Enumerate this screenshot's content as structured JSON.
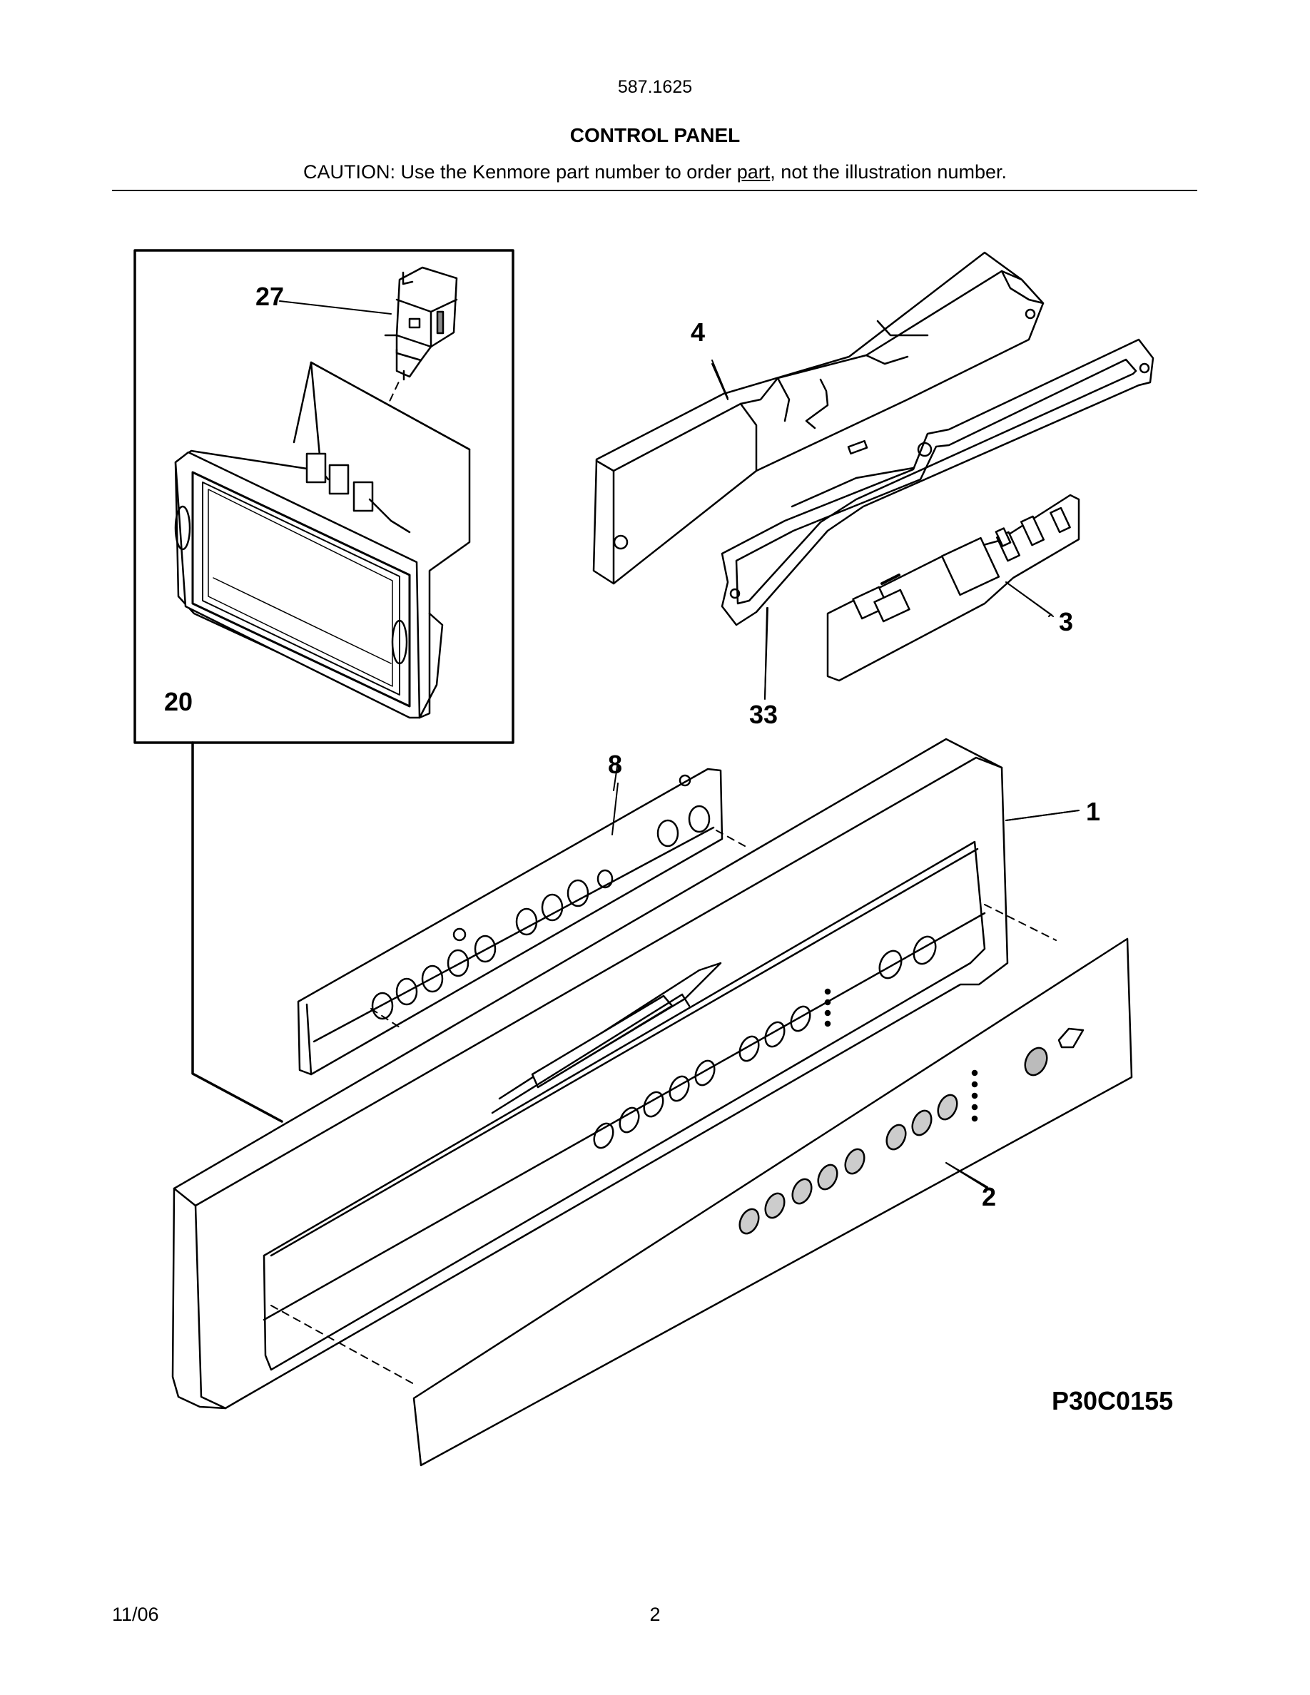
{
  "header": {
    "model_number": "587.1625",
    "title": "CONTROL PANEL",
    "caution_before": "CAUTION: Use the Kenmore part number to order ",
    "caution_underlined": "part",
    "caution_after": ", not the illustration number."
  },
  "diagram": {
    "callouts": {
      "c27": "27",
      "c4": "4",
      "c20": "20",
      "c3": "3",
      "c33": "33",
      "c8": "8",
      "c1": "1",
      "c2": "2"
    },
    "drawing_code": "P30C0155"
  },
  "footer": {
    "date": "11/06",
    "page_number": "2"
  }
}
